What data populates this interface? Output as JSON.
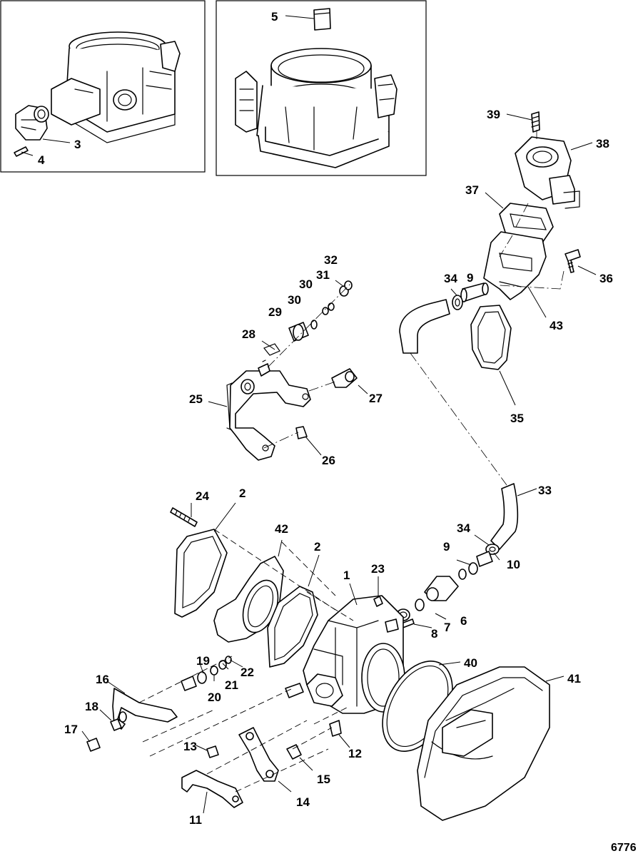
{
  "figure_number": "6776",
  "callouts": [
    {
      "id": "c1",
      "text": "1"
    },
    {
      "id": "c2a",
      "text": "2"
    },
    {
      "id": "c2b",
      "text": "2"
    },
    {
      "id": "c3",
      "text": "3"
    },
    {
      "id": "c4",
      "text": "4"
    },
    {
      "id": "c5",
      "text": "5"
    },
    {
      "id": "c6",
      "text": "6"
    },
    {
      "id": "c7",
      "text": "7"
    },
    {
      "id": "c8",
      "text": "8"
    },
    {
      "id": "c9a",
      "text": "9"
    },
    {
      "id": "c9b",
      "text": "9"
    },
    {
      "id": "c10",
      "text": "10"
    },
    {
      "id": "c11",
      "text": "11"
    },
    {
      "id": "c12",
      "text": "12"
    },
    {
      "id": "c13",
      "text": "13"
    },
    {
      "id": "c14",
      "text": "14"
    },
    {
      "id": "c15",
      "text": "15"
    },
    {
      "id": "c16",
      "text": "16"
    },
    {
      "id": "c17",
      "text": "17"
    },
    {
      "id": "c18",
      "text": "18"
    },
    {
      "id": "c19",
      "text": "19"
    },
    {
      "id": "c20",
      "text": "20"
    },
    {
      "id": "c21",
      "text": "21"
    },
    {
      "id": "c22",
      "text": "22"
    },
    {
      "id": "c23",
      "text": "23"
    },
    {
      "id": "c24",
      "text": "24"
    },
    {
      "id": "c25",
      "text": "25"
    },
    {
      "id": "c26",
      "text": "26"
    },
    {
      "id": "c27",
      "text": "27"
    },
    {
      "id": "c28",
      "text": "28"
    },
    {
      "id": "c29",
      "text": "29"
    },
    {
      "id": "c30a",
      "text": "30"
    },
    {
      "id": "c30b",
      "text": "30"
    },
    {
      "id": "c31",
      "text": "31"
    },
    {
      "id": "c32",
      "text": "32"
    },
    {
      "id": "c33",
      "text": "33"
    },
    {
      "id": "c34a",
      "text": "34"
    },
    {
      "id": "c34b",
      "text": "34"
    },
    {
      "id": "c35",
      "text": "35"
    },
    {
      "id": "c36",
      "text": "36"
    },
    {
      "id": "c37",
      "text": "37"
    },
    {
      "id": "c38",
      "text": "38"
    },
    {
      "id": "c39",
      "text": "39"
    },
    {
      "id": "c40",
      "text": "40"
    },
    {
      "id": "c41",
      "text": "41"
    },
    {
      "id": "c42",
      "text": "42"
    },
    {
      "id": "c43",
      "text": "43"
    }
  ]
}
